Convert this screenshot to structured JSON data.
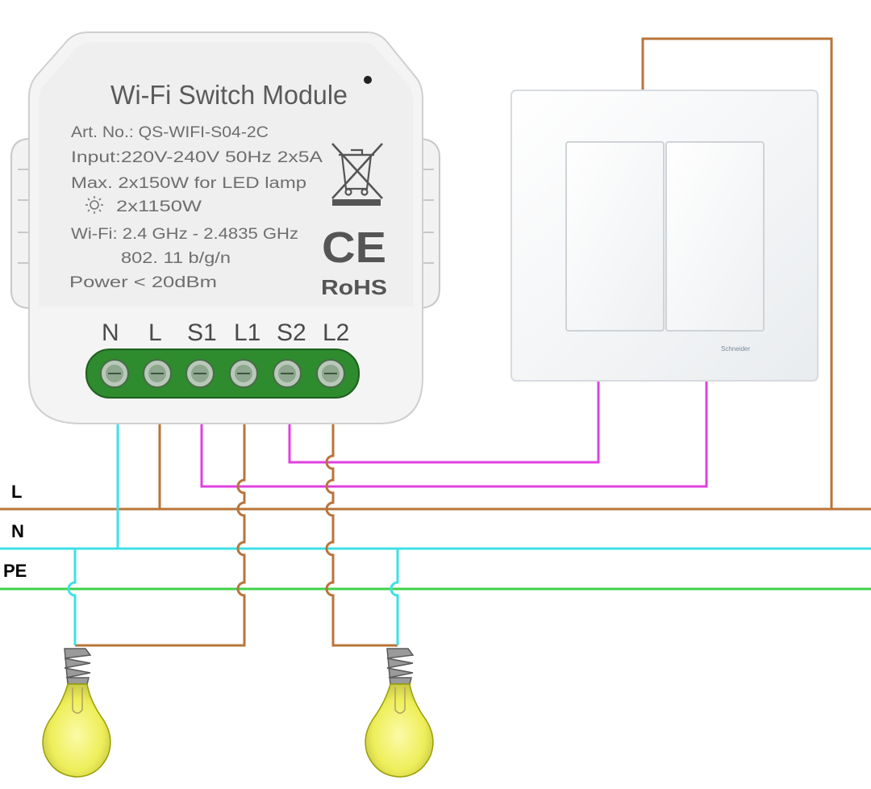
{
  "module": {
    "title": "Wi-Fi Switch Module",
    "specs": [
      "Art. No.: QS-WIFI-S04-2C",
      "Input:220V-240V 50Hz 2x5A",
      "Max. 2x150W for LED lamp",
      "2x1150W",
      "Wi-Fi: 2.4 GHz - 2.4835 GHz",
      "802. 11 b/g/n",
      "Power < 20dBm"
    ],
    "marks": {
      "ce": "CE",
      "rohs": "RoHS"
    },
    "terminals": [
      "N",
      "L",
      "S1",
      "L1",
      "S2",
      "L2"
    ]
  },
  "wall_switch": {
    "brand": "Schneider"
  },
  "buses": [
    "L",
    "N",
    "PE"
  ],
  "colors": {
    "live": "#b8743a",
    "neutral": "#3fe0e6",
    "earth": "#3fd24a",
    "switch_wire": "#e040e0",
    "terminal_block": "#2e8b2e",
    "bulb_glass": "#f2f06a"
  }
}
